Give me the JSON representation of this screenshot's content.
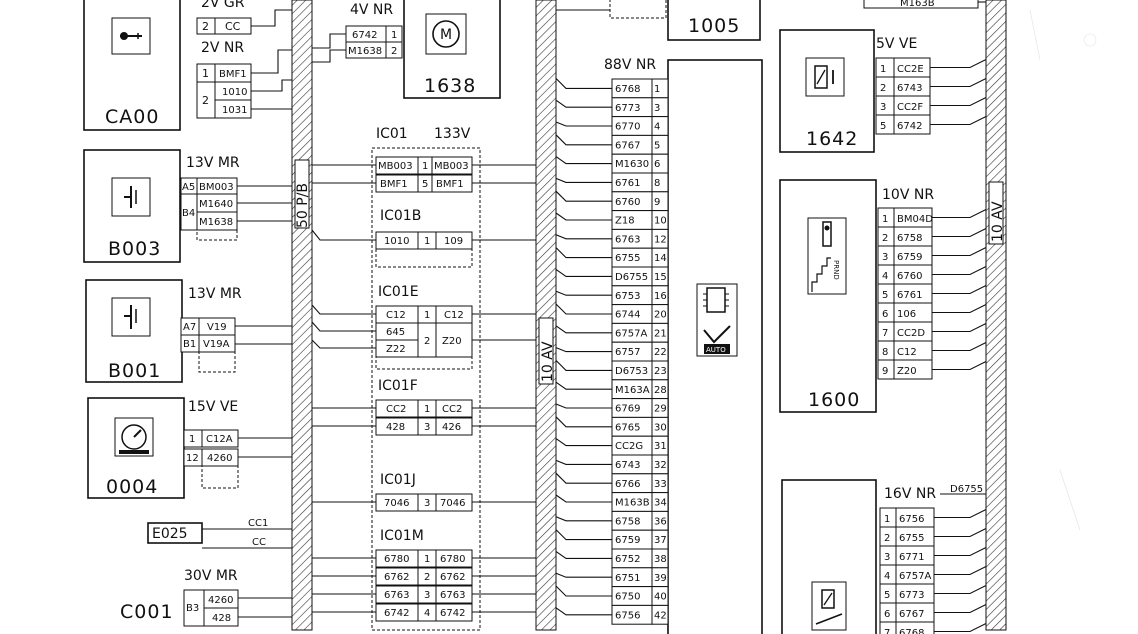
{
  "ca00": {
    "code": "CA00",
    "conn": "2V NR",
    "top_conn": "2V GR",
    "top_pin": "2",
    "top_wire": "CC",
    "pins": [
      "1",
      "2"
    ],
    "wires": [
      "BMF1",
      "1010",
      "1031"
    ]
  },
  "b003": {
    "code": "B003",
    "conn": "13V MR",
    "pins": [
      "A5",
      "B4"
    ],
    "wires": [
      "BM003",
      "M1640",
      "M1638"
    ]
  },
  "b001": {
    "code": "B001",
    "conn": "13V MR",
    "pins": [
      "A7",
      "B1"
    ],
    "wires": [
      "V19",
      "V19A"
    ]
  },
  "c0004": {
    "code": "0004",
    "conn": "15V VE",
    "pins": [
      "1",
      "12"
    ],
    "wires": [
      "C12A",
      "4260"
    ]
  },
  "e025": {
    "code": "E025",
    "wires": [
      "CC1",
      "CC"
    ]
  },
  "c001": {
    "code": "C001",
    "conn": "30V MR",
    "pin": "B3",
    "wires": [
      "4260",
      "428"
    ]
  },
  "bus_pb": {
    "label": "50 P/B"
  },
  "m1638": {
    "code": "1638",
    "conn": "4V NR",
    "pins": [
      "1",
      "2"
    ],
    "wires": [
      "6742",
      "M1638"
    ]
  },
  "ic01": {
    "name": "IC01",
    "conn": "133V",
    "left": [
      "MB003",
      "BMF1"
    ],
    "pins": [
      "1",
      "5"
    ],
    "right": [
      "MB003",
      "BMF1"
    ]
  },
  "ic01b": {
    "name": "IC01B",
    "left": [
      "1010"
    ],
    "pins": [
      "1"
    ],
    "right": [
      "109"
    ]
  },
  "ic01e": {
    "name": "IC01E",
    "left": [
      "C12",
      "645",
      "Z22"
    ],
    "pins": [
      "1",
      "2"
    ],
    "right": [
      "C12",
      "Z20"
    ]
  },
  "ic01f": {
    "name": "IC01F",
    "left": [
      "CC2",
      "428"
    ],
    "pins": [
      "1",
      "3"
    ],
    "right": [
      "CC2",
      "426"
    ]
  },
  "ic01j": {
    "name": "IC01J",
    "left": [
      "7046"
    ],
    "pins": [
      "3"
    ],
    "right": [
      "7046"
    ]
  },
  "ic01m": {
    "name": "IC01M",
    "left": [
      "6780",
      "6762",
      "6763",
      "6742"
    ],
    "pins": [
      "1",
      "2",
      "3",
      "4"
    ],
    "right": [
      "6780",
      "6762",
      "6763",
      "6742"
    ]
  },
  "bus_10av_mid": {
    "label": "10 AV"
  },
  "m1005": {
    "code": "1005"
  },
  "m1630": {
    "conn": "88V NR",
    "wires": [
      "6768",
      "6773",
      "6770",
      "6767",
      "M1630",
      "6761",
      "6760",
      "Z18",
      "6763",
      "6755",
      "D6755",
      "6753",
      "6744",
      "6757A",
      "6757",
      "D6753",
      "M163A",
      "6769",
      "6765",
      "CC2G",
      "6743",
      "6766",
      "M163B",
      "6758",
      "6759",
      "6752",
      "6751",
      "6750",
      "6756"
    ],
    "pins": [
      "1",
      "3",
      "4",
      "5",
      "6",
      "8",
      "9",
      "10",
      "12",
      "14",
      "15",
      "16",
      "20",
      "21",
      "22",
      "23",
      "28",
      "29",
      "30",
      "31",
      "32",
      "33",
      "34",
      "36",
      "37",
      "38",
      "39",
      "40",
      "42"
    ],
    "auto_label": "AUTO"
  },
  "m1642": {
    "code": "1642",
    "conn": "5V VE",
    "pins": [
      "1",
      "2",
      "3",
      "5"
    ],
    "wires": [
      "CC2E",
      "6743",
      "CC2F",
      "6742"
    ]
  },
  "m1600": {
    "code": "1600",
    "conn": "10V NR",
    "pins": [
      "1",
      "2",
      "3",
      "4",
      "5",
      "6",
      "7",
      "8",
      "9"
    ],
    "wires": [
      "BM04D",
      "6758",
      "6759",
      "6760",
      "6761",
      "106",
      "CC2D",
      "C12",
      "Z20"
    ],
    "prnd": "PRND"
  },
  "m16v": {
    "conn": "16V NR",
    "top_wire": "D6755",
    "pins": [
      "1",
      "2",
      "3",
      "4",
      "5",
      "6",
      "7"
    ],
    "wires": [
      "6756",
      "6755",
      "6771",
      "6757A",
      "6773",
      "6767",
      "6768"
    ]
  },
  "top_right": {
    "wire": "M163B"
  },
  "bus_10av_right": {
    "label": "10 AV"
  }
}
